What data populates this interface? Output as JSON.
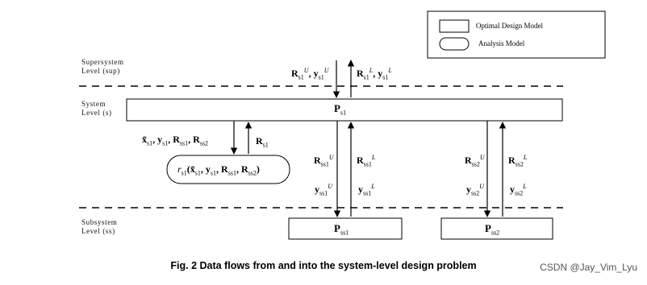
{
  "legend": {
    "optimal_label": "Optimal Design Model",
    "analysis_label": "Analysis Model"
  },
  "levels": {
    "supersystem_line1": "Supersystem",
    "supersystem_line2": "Level (sup)",
    "system_line1": "System",
    "system_line2": "Level (s)",
    "subsystem_line1": "Subsystem",
    "subsystem_line2": "Level (ss)"
  },
  "nodes": {
    "ps1": {
      "base": "P",
      "sub": "s1"
    },
    "pss1": {
      "base": "P",
      "sub": "ss1"
    },
    "pss2": {
      "base": "P",
      "sub": "ss2"
    }
  },
  "caption": "Fig. 2   Data flows from and into the system-level design problem",
  "watermark": "CSDN @Jay_Vim_Lyu"
}
